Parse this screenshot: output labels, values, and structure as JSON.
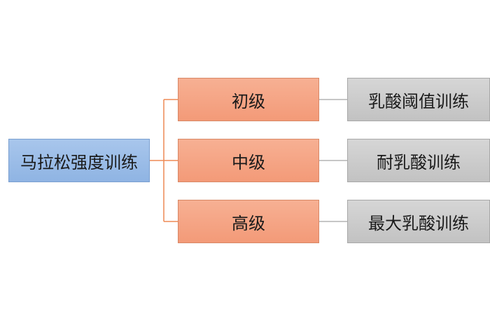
{
  "root": {
    "label": "马拉松强度训练",
    "color": "#8fb4e3"
  },
  "levels": [
    {
      "label": "初级",
      "training": "乳酸阈值训练"
    },
    {
      "label": "中级",
      "training": "耐乳酸训练"
    },
    {
      "label": "高级",
      "training": "最大乳酸训练"
    }
  ],
  "colors": {
    "level_fill": "#f39a78",
    "training_fill": "#c2c2c2",
    "orange_connector": "#ee8a55",
    "gray_connector": "#b3b3b3"
  }
}
